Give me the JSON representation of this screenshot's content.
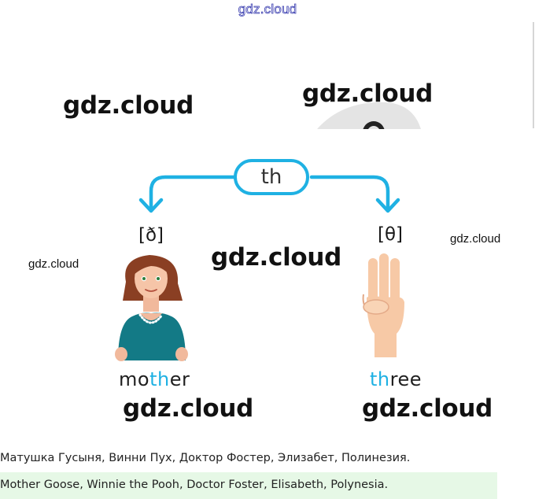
{
  "watermarks": {
    "top": "gdz.cloud",
    "upper_left": "gdz.cloud",
    "upper_right": "gdz.cloud",
    "middle": "gdz.cloud",
    "left_small": "gdz.cloud",
    "right_small": "gdz.cloud",
    "bottom_left": "gdz.cloud",
    "bottom_right": "gdz.cloud"
  },
  "diagram": {
    "center_label": "th",
    "left": {
      "ipa": "[ð]",
      "word_before": "mo",
      "word_highlight": "th",
      "word_after": "er"
    },
    "right": {
      "ipa": "[θ]",
      "word_before": "",
      "word_highlight": "th",
      "word_after": "ree"
    },
    "accent_color": "#1fb1e3"
  },
  "text": {
    "russian": "Матушка Гусыня, Винни Пух, Доктор Фостер, Элизабет, Полинезия.",
    "english": "Mother Goose, Winnie the Pooh, Doctor Foster, Elisabeth, Polynesia."
  },
  "colors": {
    "answer_bg": "#e6f8e6"
  }
}
